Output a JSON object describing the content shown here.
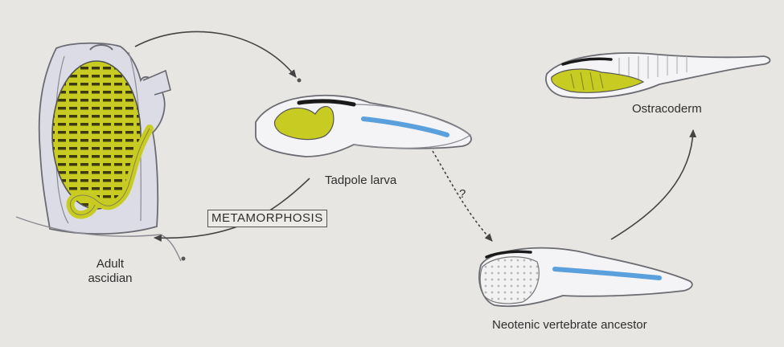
{
  "labels": {
    "adult_line1": "Adult",
    "adult_line2": "ascidian",
    "tadpole": "Tadpole larva",
    "metamorphosis": "METAMORPHOSIS",
    "question": "?",
    "ostracoderm": "Ostracoderm",
    "neotenic": "Neotenic vertebrate ancestor"
  },
  "colors": {
    "background": "#e7e6e3",
    "outline": "#6b6b72",
    "body_fill": "#f4f4f6",
    "tunic_fill": "#dcdce6",
    "yellow_green": "#c8cc22",
    "notochord_blue": "#5aa0dc",
    "nerve_black": "#1a1a1a",
    "arrow": "#444444"
  }
}
